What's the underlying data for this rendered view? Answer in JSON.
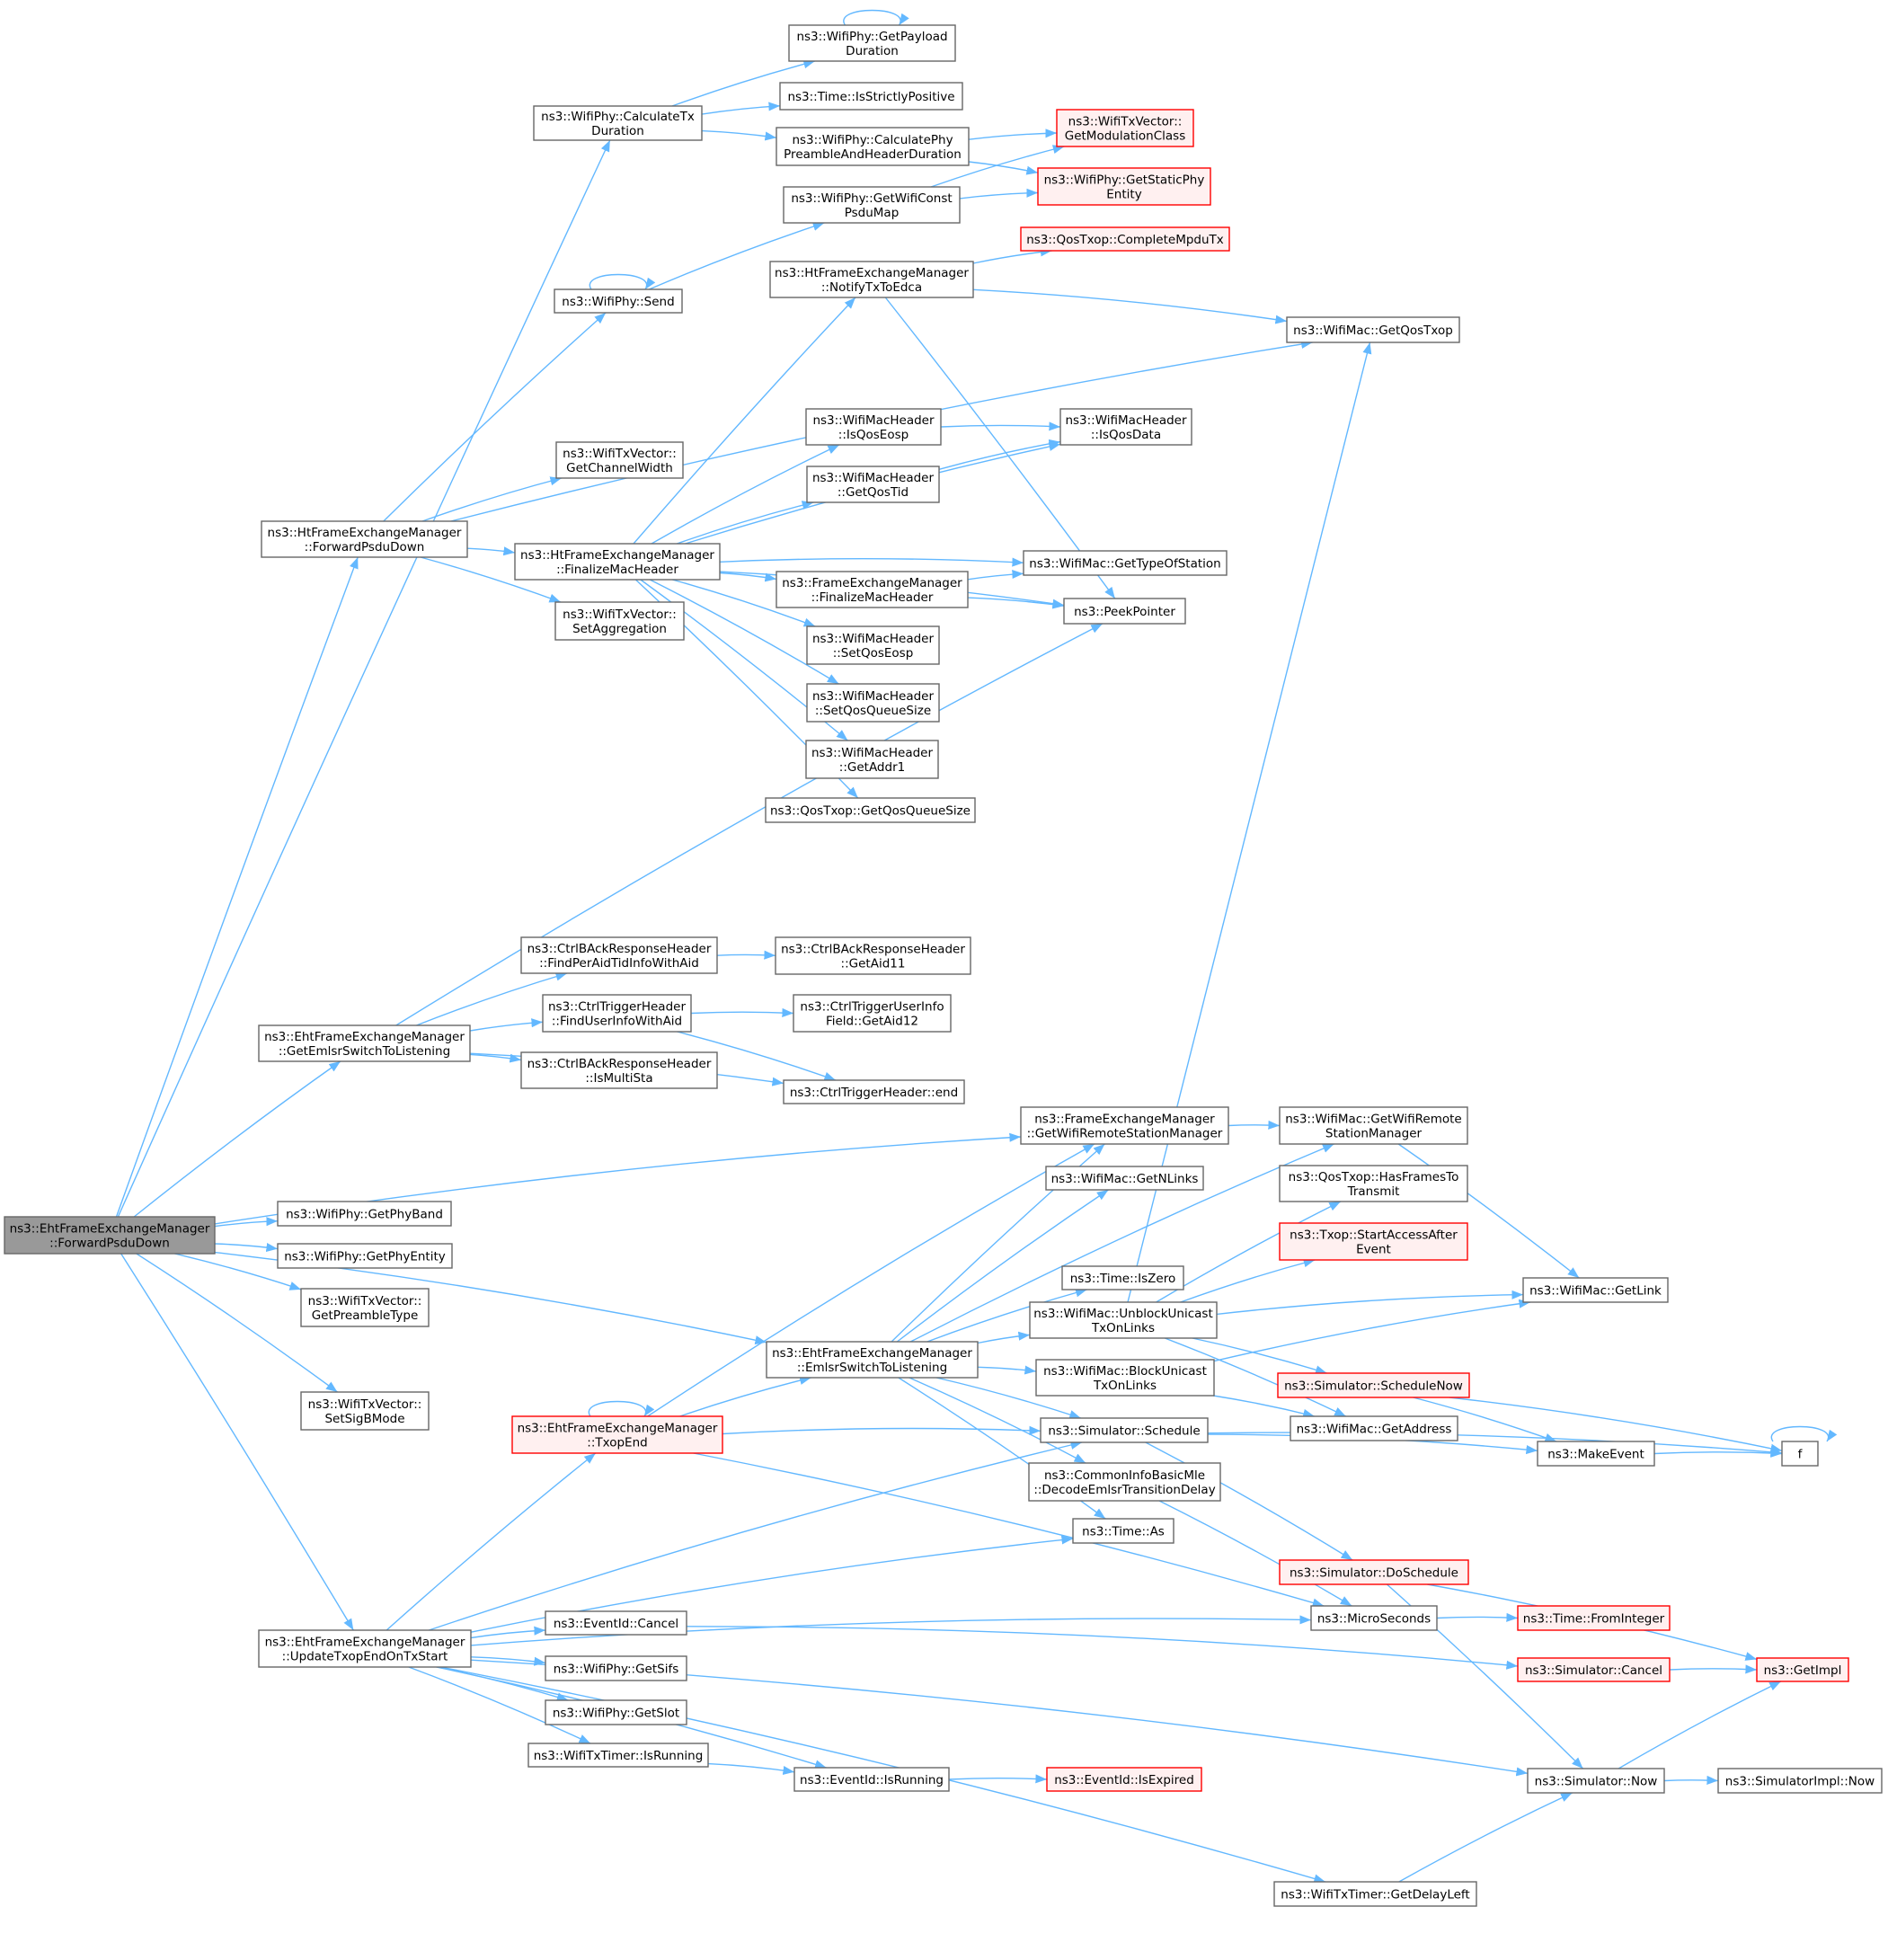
{
  "title": "Call graph of ns3::EhtFrameExchangeManager::ForwardPsduDown",
  "colors": {
    "edge": "#63b8ff",
    "node_border": "#666666",
    "root_fill": "#999999",
    "hilite_border": "#ff0000",
    "hilite_fill": "#fff0f0"
  },
  "nodes": [
    {
      "id": "root",
      "lines": [
        "ns3::EhtFrameExchangeManager",
        "::ForwardPsduDown"
      ],
      "style": "root"
    },
    {
      "id": "calcTx",
      "lines": [
        "ns3::WifiPhy::CalculateTx",
        "Duration"
      ]
    },
    {
      "id": "payloadDur",
      "lines": [
        "ns3::WifiPhy::GetPayload",
        "Duration"
      ]
    },
    {
      "id": "strictPos",
      "lines": [
        "ns3::Time::IsStrictlyPositive"
      ]
    },
    {
      "id": "calcPre",
      "lines": [
        "ns3::WifiPhy::CalculatePhy",
        "PreambleAndHeaderDuration"
      ]
    },
    {
      "id": "modClass",
      "lines": [
        "ns3::WifiTxVector::",
        "GetModulationClass"
      ],
      "style": "red"
    },
    {
      "id": "staticPhy",
      "lines": [
        "ns3::WifiPhy::GetStaticPhy",
        "Entity"
      ],
      "style": "red"
    },
    {
      "id": "constPsdu",
      "lines": [
        "ns3::WifiPhy::GetWifiConst",
        "PsduMap"
      ]
    },
    {
      "id": "complMpdu",
      "lines": [
        "ns3::QosTxop::CompleteMpduTx"
      ],
      "style": "red"
    },
    {
      "id": "notifyEdca",
      "lines": [
        "ns3::HtFrameExchangeManager",
        "::NotifyTxToEdca"
      ]
    },
    {
      "id": "send",
      "lines": [
        "ns3::WifiPhy::Send"
      ]
    },
    {
      "id": "qosTxop",
      "lines": [
        "ns3::WifiMac::GetQosTxop"
      ]
    },
    {
      "id": "isQosEosp",
      "lines": [
        "ns3::WifiMacHeader",
        "::IsQosEosp"
      ]
    },
    {
      "id": "isQosData",
      "lines": [
        "ns3::WifiMacHeader",
        "::IsQosData"
      ]
    },
    {
      "id": "chanWidth",
      "lines": [
        "ns3::WifiTxVector::",
        "GetChannelWidth"
      ]
    },
    {
      "id": "getQosTid",
      "lines": [
        "ns3::WifiMacHeader",
        "::GetQosTid"
      ]
    },
    {
      "id": "htFwd",
      "lines": [
        "ns3::HtFrameExchangeManager",
        "::ForwardPsduDown"
      ]
    },
    {
      "id": "htFin",
      "lines": [
        "ns3::HtFrameExchangeManager",
        "::FinalizeMacHeader"
      ]
    },
    {
      "id": "typeSta",
      "lines": [
        "ns3::WifiMac::GetTypeOfStation"
      ]
    },
    {
      "id": "feFin",
      "lines": [
        "ns3::FrameExchangeManager",
        "::FinalizeMacHeader"
      ]
    },
    {
      "id": "peek",
      "lines": [
        "ns3::PeekPointer"
      ]
    },
    {
      "id": "setAgg",
      "lines": [
        "ns3::WifiTxVector::",
        "SetAggregation"
      ]
    },
    {
      "id": "setEosp",
      "lines": [
        "ns3::WifiMacHeader",
        "::SetQosEosp"
      ]
    },
    {
      "id": "setQSize",
      "lines": [
        "ns3::WifiMacHeader",
        "::SetQosQueueSize"
      ]
    },
    {
      "id": "addr1",
      "lines": [
        "ns3::WifiMacHeader",
        "::GetAddr1"
      ]
    },
    {
      "id": "qQueueSize",
      "lines": [
        "ns3::QosTxop::GetQosQueueSize"
      ]
    },
    {
      "id": "findPerAid",
      "lines": [
        "ns3::CtrlBAckResponseHeader",
        "::FindPerAidTidInfoWithAid"
      ]
    },
    {
      "id": "getAid11",
      "lines": [
        "ns3::CtrlBAckResponseHeader",
        "::GetAid11"
      ]
    },
    {
      "id": "findUser",
      "lines": [
        "ns3::CtrlTriggerHeader",
        "::FindUserInfoWithAid"
      ]
    },
    {
      "id": "getAid12",
      "lines": [
        "ns3::CtrlTriggerUserInfo",
        "Field::GetAid12"
      ]
    },
    {
      "id": "getEmlsr",
      "lines": [
        "ns3::EhtFrameExchangeManager",
        "::GetEmlsrSwitchToListening"
      ]
    },
    {
      "id": "isMulti",
      "lines": [
        "ns3::CtrlBAckResponseHeader",
        "::IsMultiSta"
      ]
    },
    {
      "id": "trigEnd",
      "lines": [
        "ns3::CtrlTriggerHeader::end"
      ]
    },
    {
      "id": "getRsm",
      "lines": [
        "ns3::FrameExchangeManager",
        "::GetWifiRemoteStationManager"
      ]
    },
    {
      "id": "macRsm",
      "lines": [
        "ns3::WifiMac::GetWifiRemote",
        "StationManager"
      ]
    },
    {
      "id": "nLinks",
      "lines": [
        "ns3::WifiMac::GetNLinks"
      ]
    },
    {
      "id": "hasFrames",
      "lines": [
        "ns3::QosTxop::HasFramesTo",
        "Transmit"
      ]
    },
    {
      "id": "phyBand",
      "lines": [
        "ns3::WifiPhy::GetPhyBand"
      ]
    },
    {
      "id": "startAcc",
      "lines": [
        "ns3::Txop::StartAccessAfter",
        "Event"
      ],
      "style": "red"
    },
    {
      "id": "phyEntity",
      "lines": [
        "ns3::WifiPhy::GetPhyEntity"
      ]
    },
    {
      "id": "isZero",
      "lines": [
        "ns3::Time::IsZero"
      ]
    },
    {
      "id": "preamble",
      "lines": [
        "ns3::WifiTxVector::",
        "GetPreambleType"
      ]
    },
    {
      "id": "getLink",
      "lines": [
        "ns3::WifiMac::GetLink"
      ]
    },
    {
      "id": "unblock",
      "lines": [
        "ns3::WifiMac::UnblockUnicast",
        "TxOnLinks"
      ]
    },
    {
      "id": "emlsrSw",
      "lines": [
        "ns3::EhtFrameExchangeManager",
        "::EmlsrSwitchToListening"
      ]
    },
    {
      "id": "schedNow",
      "lines": [
        "ns3::Simulator::ScheduleNow"
      ],
      "style": "red"
    },
    {
      "id": "block",
      "lines": [
        "ns3::WifiMac::BlockUnicast",
        "TxOnLinks"
      ]
    },
    {
      "id": "sigB",
      "lines": [
        "ns3::WifiTxVector::",
        "SetSigBMode"
      ]
    },
    {
      "id": "txopEnd",
      "lines": [
        "ns3::EhtFrameExchangeManager",
        "::TxopEnd"
      ],
      "style": "red"
    },
    {
      "id": "getAddr",
      "lines": [
        "ns3::WifiMac::GetAddress"
      ]
    },
    {
      "id": "schedule",
      "lines": [
        "ns3::Simulator::Schedule"
      ]
    },
    {
      "id": "makeEvent",
      "lines": [
        "ns3::MakeEvent"
      ]
    },
    {
      "id": "f",
      "lines": [
        "f"
      ]
    },
    {
      "id": "decode",
      "lines": [
        "ns3::CommonInfoBasicMle",
        "::DecodeEmlsrTransitionDelay"
      ]
    },
    {
      "id": "timeAs",
      "lines": [
        "ns3::Time::As"
      ]
    },
    {
      "id": "doSched",
      "lines": [
        "ns3::Simulator::DoSchedule"
      ],
      "style": "red"
    },
    {
      "id": "micro",
      "lines": [
        "ns3::MicroSeconds"
      ]
    },
    {
      "id": "fromInt",
      "lines": [
        "ns3::Time::FromInteger"
      ],
      "style": "red"
    },
    {
      "id": "evCancel",
      "lines": [
        "ns3::EventId::Cancel"
      ]
    },
    {
      "id": "update",
      "lines": [
        "ns3::EhtFrameExchangeManager",
        "::UpdateTxopEndOnTxStart"
      ]
    },
    {
      "id": "simCancel",
      "lines": [
        "ns3::Simulator::Cancel"
      ],
      "style": "red"
    },
    {
      "id": "getImpl",
      "lines": [
        "ns3::GetImpl"
      ],
      "style": "red"
    },
    {
      "id": "sifs",
      "lines": [
        "ns3::WifiPhy::GetSifs"
      ]
    },
    {
      "id": "slot",
      "lines": [
        "ns3::WifiPhy::GetSlot"
      ]
    },
    {
      "id": "timerRun",
      "lines": [
        "ns3::WifiTxTimer::IsRunning"
      ]
    },
    {
      "id": "evRun",
      "lines": [
        "ns3::EventId::IsRunning"
      ]
    },
    {
      "id": "expired",
      "lines": [
        "ns3::EventId::IsExpired"
      ],
      "style": "red"
    },
    {
      "id": "now",
      "lines": [
        "ns3::Simulator::Now"
      ]
    },
    {
      "id": "implNow",
      "lines": [
        "ns3::SimulatorImpl::Now"
      ]
    },
    {
      "id": "delayLeft",
      "lines": [
        "ns3::WifiTxTimer::GetDelayLeft"
      ]
    }
  ],
  "edges": [
    [
      "root",
      "calcTx"
    ],
    [
      "root",
      "htFwd"
    ],
    [
      "root",
      "getEmlsr"
    ],
    [
      "root",
      "getRsm"
    ],
    [
      "root",
      "phyBand"
    ],
    [
      "root",
      "phyEntity"
    ],
    [
      "root",
      "preamble"
    ],
    [
      "root",
      "emlsrSw"
    ],
    [
      "root",
      "sigB"
    ],
    [
      "root",
      "update"
    ],
    [
      "calcTx",
      "payloadDur"
    ],
    [
      "calcTx",
      "strictPos"
    ],
    [
      "calcTx",
      "calcPre"
    ],
    [
      "payloadDur",
      "payloadDur"
    ],
    [
      "calcPre",
      "modClass"
    ],
    [
      "calcPre",
      "staticPhy"
    ],
    [
      "constPsdu",
      "modClass"
    ],
    [
      "constPsdu",
      "staticPhy"
    ],
    [
      "send",
      "constPsdu"
    ],
    [
      "send",
      "send"
    ],
    [
      "notifyEdca",
      "complMpdu"
    ],
    [
      "notifyEdca",
      "qosTxop"
    ],
    [
      "notifyEdca",
      "peek"
    ],
    [
      "htFwd",
      "send"
    ],
    [
      "htFwd",
      "chanWidth"
    ],
    [
      "htFwd",
      "htFin"
    ],
    [
      "htFwd",
      "setAgg"
    ],
    [
      "htFwd",
      "qosTxop"
    ],
    [
      "htFin",
      "notifyEdca"
    ],
    [
      "htFin",
      "isQosData"
    ],
    [
      "htFin",
      "isQosEosp"
    ],
    [
      "htFin",
      "getQosTid"
    ],
    [
      "htFin",
      "typeSta"
    ],
    [
      "htFin",
      "feFin"
    ],
    [
      "htFin",
      "setEosp"
    ],
    [
      "htFin",
      "setQSize"
    ],
    [
      "htFin",
      "addr1"
    ],
    [
      "htFin",
      "qQueueSize"
    ],
    [
      "htFin",
      "peek"
    ],
    [
      "isQosEosp",
      "isQosData"
    ],
    [
      "getQosTid",
      "isQosData"
    ],
    [
      "feFin",
      "typeSta"
    ],
    [
      "feFin",
      "peek"
    ],
    [
      "getEmlsr",
      "peek"
    ],
    [
      "getEmlsr",
      "findPerAid"
    ],
    [
      "getEmlsr",
      "findUser"
    ],
    [
      "getEmlsr",
      "isMulti"
    ],
    [
      "getEmlsr",
      "trigEnd"
    ],
    [
      "findPerAid",
      "getAid11"
    ],
    [
      "findUser",
      "getAid12"
    ],
    [
      "findUser",
      "trigEnd"
    ],
    [
      "getRsm",
      "macRsm"
    ],
    [
      "macRsm",
      "getLink"
    ],
    [
      "emlsrSw",
      "getRsm"
    ],
    [
      "emlsrSw",
      "macRsm"
    ],
    [
      "emlsrSw",
      "nLinks"
    ],
    [
      "emlsrSw",
      "isZero"
    ],
    [
      "emlsrSw",
      "unblock"
    ],
    [
      "emlsrSw",
      "block"
    ],
    [
      "emlsrSw",
      "schedule"
    ],
    [
      "emlsrSw",
      "decode"
    ],
    [
      "emlsrSw",
      "timeAs"
    ],
    [
      "unblock",
      "qosTxop"
    ],
    [
      "unblock",
      "hasFrames"
    ],
    [
      "unblock",
      "startAcc"
    ],
    [
      "unblock",
      "getLink"
    ],
    [
      "unblock",
      "schedNow"
    ],
    [
      "unblock",
      "getAddr"
    ],
    [
      "block",
      "getLink"
    ],
    [
      "block",
      "getAddr"
    ],
    [
      "schedNow",
      "makeEvent"
    ],
    [
      "schedNow",
      "f"
    ],
    [
      "schedule",
      "makeEvent"
    ],
    [
      "schedule",
      "f"
    ],
    [
      "schedule",
      "doSched"
    ],
    [
      "makeEvent",
      "f"
    ],
    [
      "f",
      "f"
    ],
    [
      "decode",
      "micro"
    ],
    [
      "doSched",
      "getImpl"
    ],
    [
      "doSched",
      "now"
    ],
    [
      "micro",
      "fromInt"
    ],
    [
      "txopEnd",
      "txopEnd"
    ],
    [
      "txopEnd",
      "getRsm"
    ],
    [
      "txopEnd",
      "emlsrSw"
    ],
    [
      "txopEnd",
      "schedule"
    ],
    [
      "txopEnd",
      "micro"
    ],
    [
      "update",
      "txopEnd"
    ],
    [
      "update",
      "schedule"
    ],
    [
      "update",
      "timeAs"
    ],
    [
      "update",
      "micro"
    ],
    [
      "update",
      "evCancel"
    ],
    [
      "update",
      "sifs"
    ],
    [
      "update",
      "slot"
    ],
    [
      "update",
      "timerRun"
    ],
    [
      "update",
      "evRun"
    ],
    [
      "update",
      "now"
    ],
    [
      "update",
      "delayLeft"
    ],
    [
      "evCancel",
      "simCancel"
    ],
    [
      "simCancel",
      "getImpl"
    ],
    [
      "timerRun",
      "evRun"
    ],
    [
      "evRun",
      "expired"
    ],
    [
      "now",
      "implNow"
    ],
    [
      "now",
      "getImpl"
    ],
    [
      "delayLeft",
      "now"
    ]
  ]
}
